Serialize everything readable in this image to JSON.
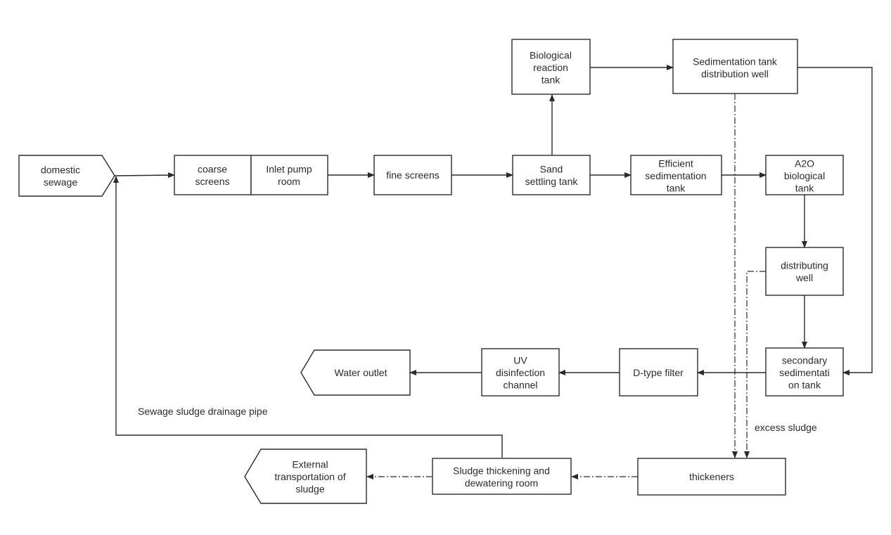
{
  "colors": {
    "line": "#2b2b2b",
    "fill": "#ffffff",
    "text": "#2b2b2b"
  },
  "nodes": {
    "domestic_sewage": {
      "lines": [
        "domestic",
        "sewage"
      ]
    },
    "coarse_screens": {
      "lines": [
        "coarse",
        "screens"
      ]
    },
    "inlet_pump_room": {
      "lines": [
        "Inlet pump",
        "room"
      ]
    },
    "fine_screens": {
      "lines": [
        "fine screens"
      ]
    },
    "sand_settling_tank": {
      "lines": [
        "Sand",
        "settling tank"
      ]
    },
    "biological_reaction_tank": {
      "lines": [
        "Biological",
        "reaction",
        "tank"
      ]
    },
    "sedimentation_tank_distribution_well": {
      "lines": [
        "Sedimentation tank",
        "distribution well"
      ]
    },
    "efficient_sedimentation_tank": {
      "lines": [
        "Efficient",
        "sedimentation",
        "tank"
      ]
    },
    "a2o_biological_tank": {
      "lines": [
        "A2O",
        "biological",
        "tank"
      ]
    },
    "distributing_well": {
      "lines": [
        "distributing",
        "well"
      ]
    },
    "secondary_sedimentation_tank": {
      "lines": [
        "secondary",
        "sedimentati",
        "on tank"
      ]
    },
    "d_type_filter": {
      "lines": [
        "D-type filter"
      ]
    },
    "uv_disinfection_channel": {
      "lines": [
        "UV",
        "disinfection",
        "channel"
      ]
    },
    "water_outlet": {
      "lines": [
        "Water outlet"
      ]
    },
    "thickeners": {
      "lines": [
        "thickeners"
      ]
    },
    "sludge_thickening_room": {
      "lines": [
        "Sludge thickening and",
        "dewatering room"
      ]
    },
    "external_transportation": {
      "lines": [
        "External",
        "transportation of",
        "sludge"
      ]
    }
  },
  "labels": {
    "sewage_sludge_drainage_pipe": "Sewage sludge drainage pipe",
    "excess_sludge": "excess sludge"
  }
}
